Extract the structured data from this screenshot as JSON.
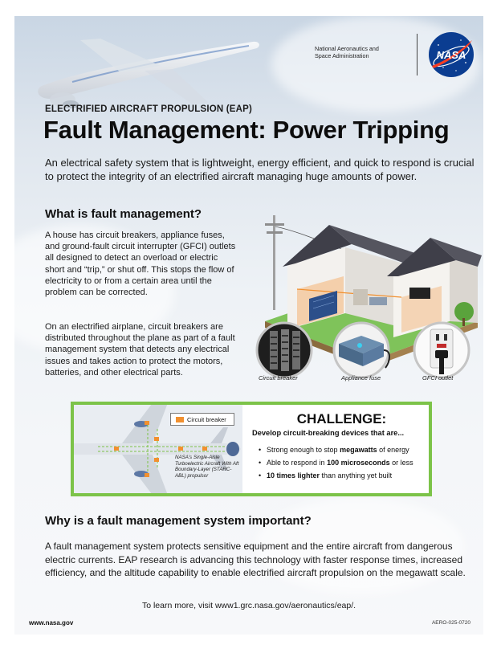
{
  "header": {
    "agency_line1": "National Aeronautics and",
    "agency_line2": "Space Administration",
    "logo_text": "NASA",
    "eyebrow": "ELECTRIFIED AIRCRAFT PROPULSION (EAP)",
    "title": "Fault Management: Power Tripping",
    "intro": "An electrical safety system that is lightweight, energy efficient, and quick to respond is crucial to protect the integrity of an electrified aircraft managing huge amounts of power."
  },
  "section1": {
    "heading": "What is fault management?",
    "p1": "A house has circuit breakers, appliance fuses, and ground-fault circuit interrupter (GFCI) outlets all designed to detect an overload or electric short and “trip,” or shut off. This stops the flow of electricity to or from a certain area until the problem can be corrected.",
    "p2": "On an electrified airplane, circuit breakers are distributed throughout the plane as part of a fault management system that detects any electrical issues and takes action to protect the motors, batteries, and other electrical parts."
  },
  "figure": {
    "captions": [
      "Circuit breaker",
      "Appliance fuse",
      "GFCI outlet"
    ]
  },
  "challenge": {
    "legend": "Circuit breaker",
    "aircraft_note": "NASA's Single-Aisle Turboelectric Aircraft With Aft Boundary-Layer (STARC-ABL) propulsor",
    "title": "CHALLENGE:",
    "subtitle": "Develop circuit-breaking devices that are...",
    "items": [
      {
        "pre": "Strong enough to stop ",
        "bold": "megawatts",
        "post": " of energy"
      },
      {
        "pre": "Able to respond in ",
        "bold": "100 microseconds",
        "post": " or less"
      },
      {
        "pre": "",
        "bold": "10 times lighter",
        "post": " than anything yet built"
      }
    ]
  },
  "section2": {
    "heading": "Why is a fault management system important?",
    "p": "A fault management system protects sensitive equipment and the entire aircraft from dangerous electric currents. EAP research is advancing this technology with faster response times, increased efficiency, and the altitude capability to enable electrified aircraft propulsion on the megawatt scale."
  },
  "footer": {
    "learn_more": "To learn more, visit www1.grc.nasa.gov/aeronautics/eap/.",
    "site": "www.nasa.gov",
    "code": "AERO-025-0720"
  },
  "colors": {
    "challenge_border": "#7cc349",
    "breaker_orange": "#f1902f",
    "nasa_blue": "#0b3d91",
    "nasa_red": "#fc3d21"
  }
}
